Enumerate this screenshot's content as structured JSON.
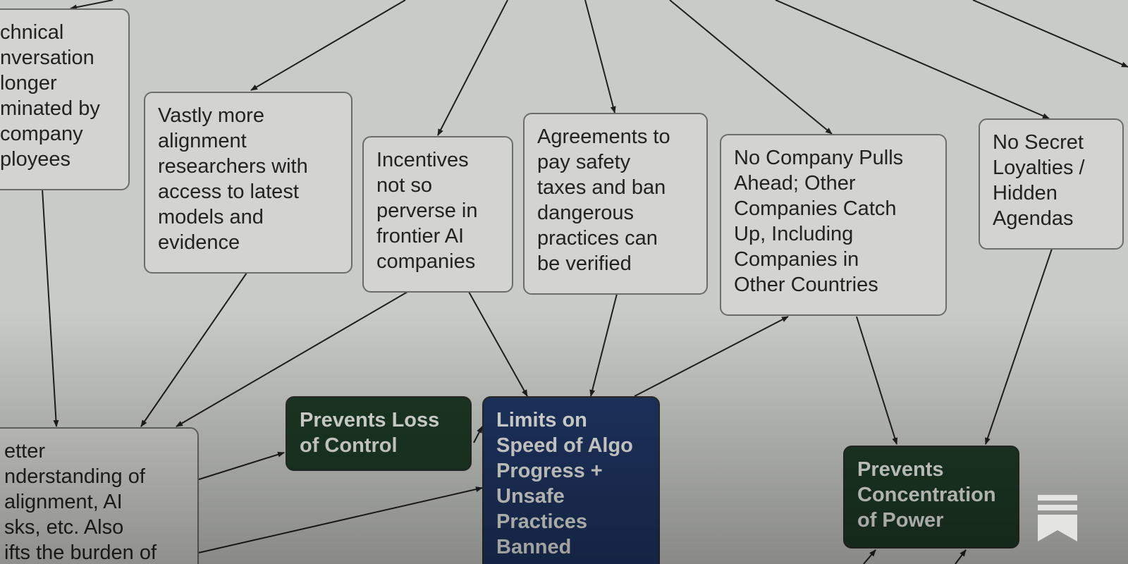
{
  "nodes": {
    "technical_conversation": "chnical\nnversation\nlonger\nminated by\ncompany\nployees",
    "alignment_researchers": "Vastly more\nalignment\nresearchers with\naccess to latest\nmodels and\nevidence",
    "incentives": "Incentives\nnot so\nperverse in\nfrontier AI\ncompanies",
    "agreements": "Agreements to\npay safety\ntaxes and ban\ndangerous\npractices can\nbe verified",
    "no_company_pulls_ahead": "No Company Pulls\nAhead; Other\nCompanies Catch\nUp, Including\nCompanies in\nOther Countries",
    "no_secret_loyalties": "No Secret\nLoyalties /\nHidden\nAgendas",
    "better_understanding": "etter\nnderstanding of\n alignment, AI\nsks, etc. Also\nifts the burden of",
    "prevents_loss_of_control": "Prevents Loss\nof Control",
    "limits_on_speed": "Limits on\nSpeed of Algo\nProgress +\nUnsafe\nPractices\nBanned",
    "prevents_concentration": "Prevents\nConcentration\nof Power"
  },
  "colors": {
    "background": "#c9cbc6",
    "node_fill": "#d3d4cf",
    "green_outcome": "#1d3a25",
    "blue_outcome": "#1f3563"
  },
  "icons": [
    "substack-bookmark-icon"
  ]
}
